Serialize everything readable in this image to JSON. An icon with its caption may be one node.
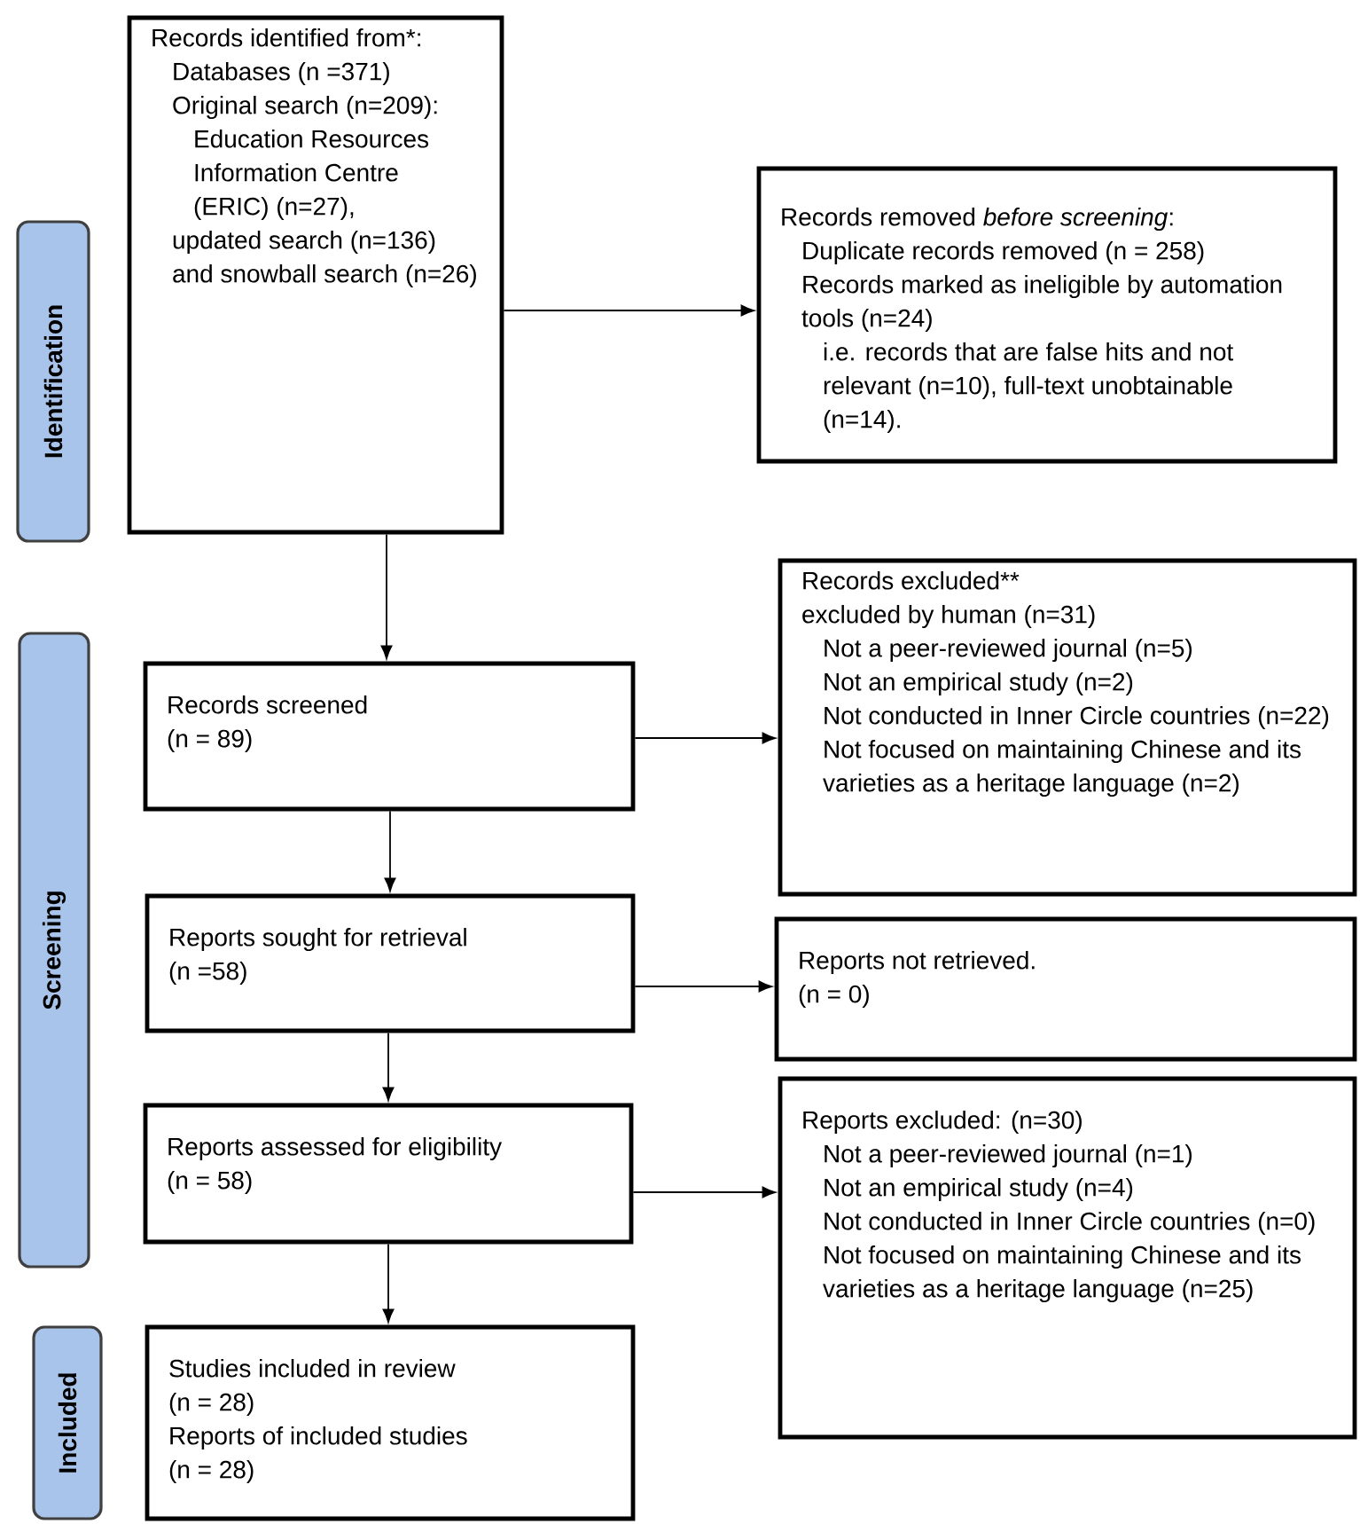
{
  "diagram": {
    "nodes": [
      {
        "text": [
          "Records identified from*:",
          "Databases (n =371)",
          "Original search (n=209):",
          "Education Resources Information Centre (ERIC) (n=27),",
          "updated search (n=136) and snowball search (n=26)"
        ]
      },
      {
        "text": [
          "Records removed *before screening*:",
          "Duplicate records removed (n = 258)",
          "Records marked as ineligible by automation tools (n=24)",
          "i.e. records that are false hits and not relevant (n=10), full-text unobtainable (n=14)."
        ]
      },
      {
        "text": [
          "Records screened",
          "(n = 89)"
        ]
      },
      {
        "text": [
          "Records excluded**",
          "excluded by human (n=31)",
          "Not a peer-reviewed journal (n=5)",
          "Not an empirical study (n=2)",
          "Not conducted in Inner Circle countries (n=22)",
          "Not focused on maintaining Chinese and its varieties as a heritage language (n=2)"
        ]
      },
      {
        "text": [
          "Reports sought for retrieval",
          "(n =58)"
        ]
      },
      {
        "text": [
          "Reports not retrieved.",
          "(n = 0)"
        ]
      },
      {
        "text": [
          "Reports assessed for eligibility",
          "(n = 58)"
        ]
      },
      {
        "text": [
          "Reports excluded: (n=30)",
          "Not a peer-reviewed journal (n=1)",
          "Not an empirical study (n=4)",
          "Not conducted in Inner Circle countries (n=0)",
          "Not focused on maintaining Chinese and its varieties as a heritage language (n=25)"
        ]
      },
      {
        "text": [
          "Studies included in review",
          "(n = 28)",
          "Reports of included studies",
          "(n = 28)"
        ]
      },
      {
        "text": [
          "Identification"
        ]
      },
      {
        "text": [
          "Screening"
        ]
      },
      {
        "text": [
          "Included"
        ]
      }
    ],
    "edges": [
      {
        "from": 0,
        "to": 1,
        "arrow": "to"
      },
      {
        "from": 0,
        "to": 2,
        "arrow": "to"
      },
      {
        "from": 2,
        "to": 3,
        "arrow": "to"
      },
      {
        "from": 2,
        "to": 4,
        "arrow": "to"
      },
      {
        "from": 4,
        "to": 5,
        "arrow": "to"
      },
      {
        "from": 4,
        "to": 6,
        "arrow": "to"
      },
      {
        "from": 6,
        "to": 7,
        "arrow": "to"
      },
      {
        "from": 6,
        "to": 8,
        "arrow": "to"
      }
    ]
  }
}
